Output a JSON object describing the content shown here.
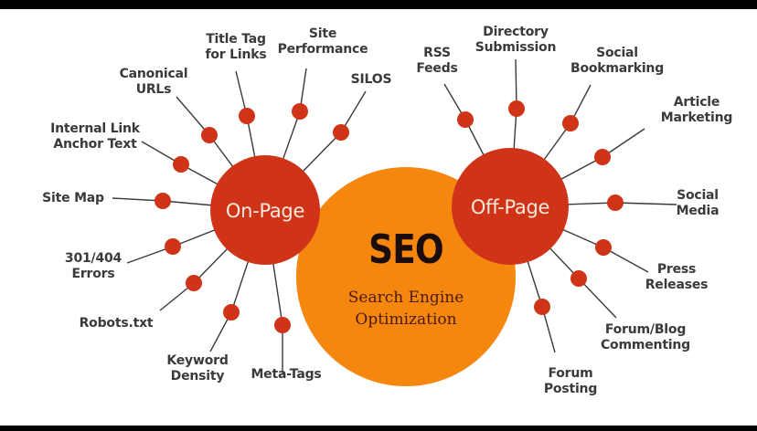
{
  "colors": {
    "center_circle": "#f5870f",
    "branch_circle": "#cf3418",
    "node_dot": "#cf3418",
    "line": "#3a3a3a",
    "label_text": "#3a3a3a",
    "branch_text": "#fbe9dc",
    "seo_text": "#1a0d0a",
    "subtitle_text": "#4a1a10"
  },
  "center": {
    "title": "SEO",
    "subtitle_line1": "Search Engine",
    "subtitle_line2": "Optimization"
  },
  "on_page": {
    "label": "On-Page",
    "items": [
      {
        "line1": "Title Tag",
        "line2": "for Links"
      },
      {
        "line1": "Site",
        "line2": "Performance"
      },
      {
        "line1": "SILOS",
        "line2": ""
      },
      {
        "line1": "Canonical",
        "line2": "URLs"
      },
      {
        "line1": "Internal Link",
        "line2": "Anchor Text"
      },
      {
        "line1": "Site Map",
        "line2": ""
      },
      {
        "line1": "301/404",
        "line2": "Errors"
      },
      {
        "line1": "Robots.txt",
        "line2": ""
      },
      {
        "line1": "Keyword",
        "line2": "Density"
      },
      {
        "line1": "Meta-Tags",
        "line2": ""
      }
    ]
  },
  "off_page": {
    "label": "Off-Page",
    "items": [
      {
        "line1": "RSS",
        "line2": "Feeds"
      },
      {
        "line1": "Directory",
        "line2": "Submission"
      },
      {
        "line1": "Social",
        "line2": "Bookmarking"
      },
      {
        "line1": "Article",
        "line2": "Marketing"
      },
      {
        "line1": "Social",
        "line2": "Media"
      },
      {
        "line1": "Press",
        "line2": "Releases"
      },
      {
        "line1": "Forum/Blog",
        "line2": "Commenting"
      },
      {
        "line1": "Forum",
        "line2": "Posting"
      }
    ]
  }
}
